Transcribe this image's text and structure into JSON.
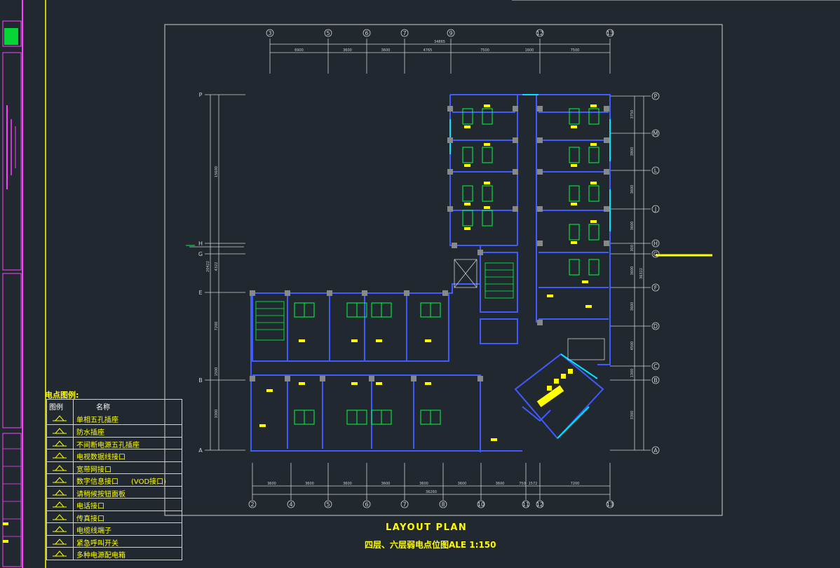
{
  "plan": {
    "title": "LAYOUT  PLAN",
    "subtitle": "四层、六层弱电点位图ALE 1:150"
  },
  "grid": {
    "top_labels": [
      "3",
      "5",
      "6",
      "7",
      "9",
      "12",
      "13"
    ],
    "bottom_labels": [
      "2",
      "4",
      "5",
      "6",
      "7",
      "8",
      "10",
      "11",
      "12",
      "13"
    ],
    "right_labels": [
      "P",
      "M",
      "L",
      "J",
      "H",
      "G",
      "F",
      "D",
      "C",
      "B",
      "A"
    ],
    "left_labels": [
      "P",
      "H",
      "G",
      "E",
      "B",
      "A"
    ]
  },
  "dimensions": {
    "top_total": "34865",
    "top_segments": [
      "6900",
      "3600",
      "3600",
      "4765",
      "7500",
      "1600",
      "7500"
    ],
    "bottom_total": "36260",
    "bottom_segments": [
      "3600",
      "3600",
      "3600",
      "3600",
      "3600",
      "3600",
      "3600",
      "750",
      "1572",
      "7200"
    ],
    "left_vertical": [
      "15600",
      "20422",
      "4322",
      "7200",
      "1500",
      "3300"
    ],
    "right_vertical": [
      "3750",
      "3800",
      "3600",
      "3600",
      "300",
      "3600",
      "3600",
      "4500",
      "1300",
      "3300",
      "36322"
    ]
  },
  "legend": {
    "title": "电点图例:",
    "header": {
      "symbol": "图例",
      "name": "名称"
    },
    "items": [
      {
        "icon": "single-phase-socket-icon",
        "name": "单相五孔插座"
      },
      {
        "icon": "waterproof-socket-icon",
        "name": "防水插座"
      },
      {
        "icon": "ups-socket-icon",
        "name": "不间断电源五孔插座"
      },
      {
        "icon": "tv-data-port-icon",
        "name": "电视数据线接口"
      },
      {
        "icon": "broadband-port-icon",
        "name": "宽带网接口"
      },
      {
        "icon": "digital-port-icon",
        "name": "数字信息接口",
        "extra": "(VOD接口)"
      },
      {
        "icon": "nurse-call-panel-icon",
        "name": "请稍候按钮面板"
      },
      {
        "icon": "phone-port-icon",
        "name": "电话接口"
      },
      {
        "icon": "fax-port-icon",
        "name": "传真接口"
      },
      {
        "icon": "terminal-box-icon",
        "name": "电缆线端子"
      },
      {
        "icon": "emergency-call-icon",
        "name": "紧急呼叫开关"
      },
      {
        "icon": "power-distribution-box-icon",
        "name": "多种电源配电箱"
      }
    ]
  },
  "colors": {
    "background": "#212830",
    "wall": "#3f5cff",
    "furniture": "#00ff3a",
    "symbol": "#ffff00",
    "grid": "#d0d0d0",
    "frame": "#ff40ff",
    "cyan": "#00e5ff"
  }
}
